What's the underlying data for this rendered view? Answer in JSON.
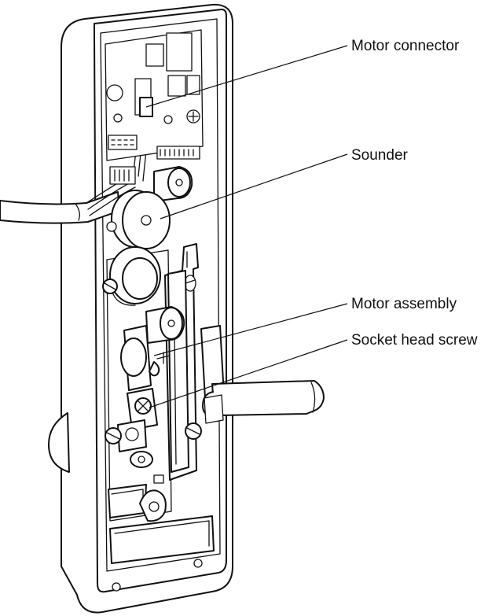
{
  "callouts": [
    {
      "id": "motor-connector",
      "label": "Motor connector"
    },
    {
      "id": "sounder",
      "label": "Sounder"
    },
    {
      "id": "motor-assembly",
      "label": "Motor assembly"
    },
    {
      "id": "socket-head-screw",
      "label": "Socket head screw"
    }
  ],
  "colors": {
    "line": "#111111",
    "background": "#ffffff"
  }
}
